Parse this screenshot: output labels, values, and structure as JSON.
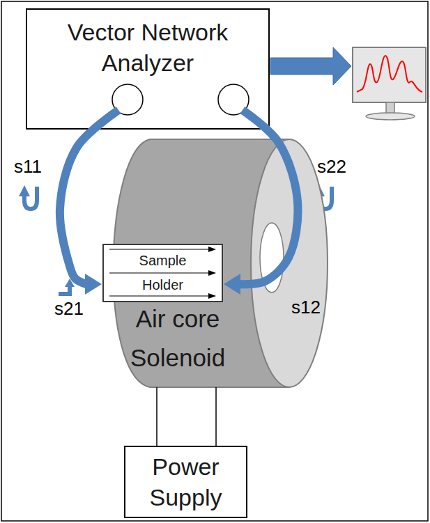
{
  "diagram": {
    "nodes": [
      {
        "text": [
          "Vector Network Analyzer"
        ]
      },
      {
        "text": [
          "Air core Solenoid"
        ]
      },
      {
        "text": [
          "Sample Holder"
        ],
        "in": 1
      },
      {
        "text": [
          "Power Supply"
        ]
      }
    ],
    "edges": [
      {
        "from": 0,
        "to": 2,
        "arrow": "to"
      },
      {
        "from": 0,
        "to": 2,
        "arrow": "to"
      },
      {
        "from": 1,
        "to": 3,
        "arrow": "none"
      },
      {
        "from": 1,
        "to": 3,
        "arrow": "none"
      }
    ],
    "labels": [
      "s11",
      "s22",
      "s21",
      "s12"
    ]
  }
}
